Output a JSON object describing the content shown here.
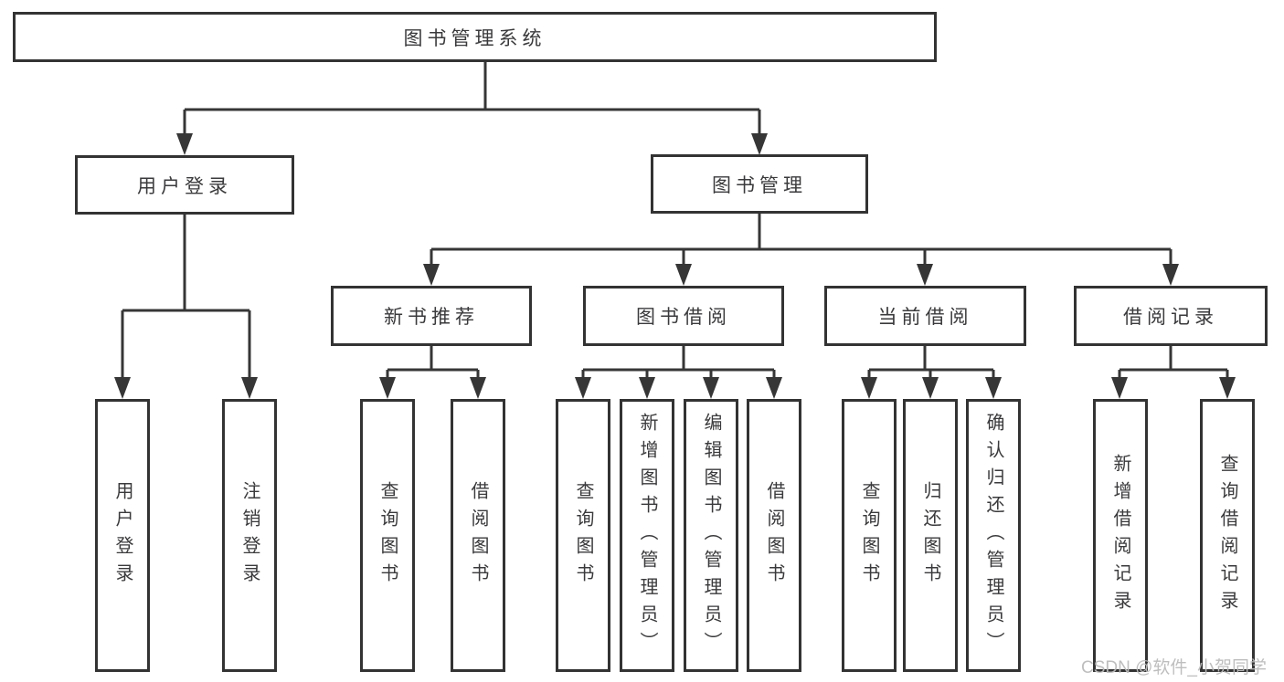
{
  "diagram": {
    "root": {
      "label": "图书管理系统"
    },
    "branches": [
      {
        "label": "用户登录",
        "children": [
          {
            "label": "用户登录"
          },
          {
            "label": "注销登录"
          }
        ]
      },
      {
        "label": "图书管理",
        "children": [
          {
            "label": "新书推荐",
            "children": [
              {
                "label": "查询图书"
              },
              {
                "label": "借阅图书"
              }
            ]
          },
          {
            "label": "图书借阅",
            "children": [
              {
                "label": "查询图书"
              },
              {
                "label": "新增图书（管理员）"
              },
              {
                "label": "编辑图书（管理员）"
              },
              {
                "label": "借阅图书"
              }
            ]
          },
          {
            "label": "当前借阅",
            "children": [
              {
                "label": "查询图书"
              },
              {
                "label": "归还图书"
              },
              {
                "label": "确认归还（管理员）"
              }
            ]
          },
          {
            "label": "借阅记录",
            "children": [
              {
                "label": "新增借阅记录"
              },
              {
                "label": "查询借阅记录"
              }
            ]
          }
        ]
      }
    ],
    "watermark": "CSDN @软件_小贺同学",
    "colors": {
      "line": "#363636",
      "box_border": "#333333",
      "box_fill": "#ffffff",
      "text": "#3a3a3c",
      "watermark": "#bababa",
      "background": "#ffffff"
    }
  }
}
